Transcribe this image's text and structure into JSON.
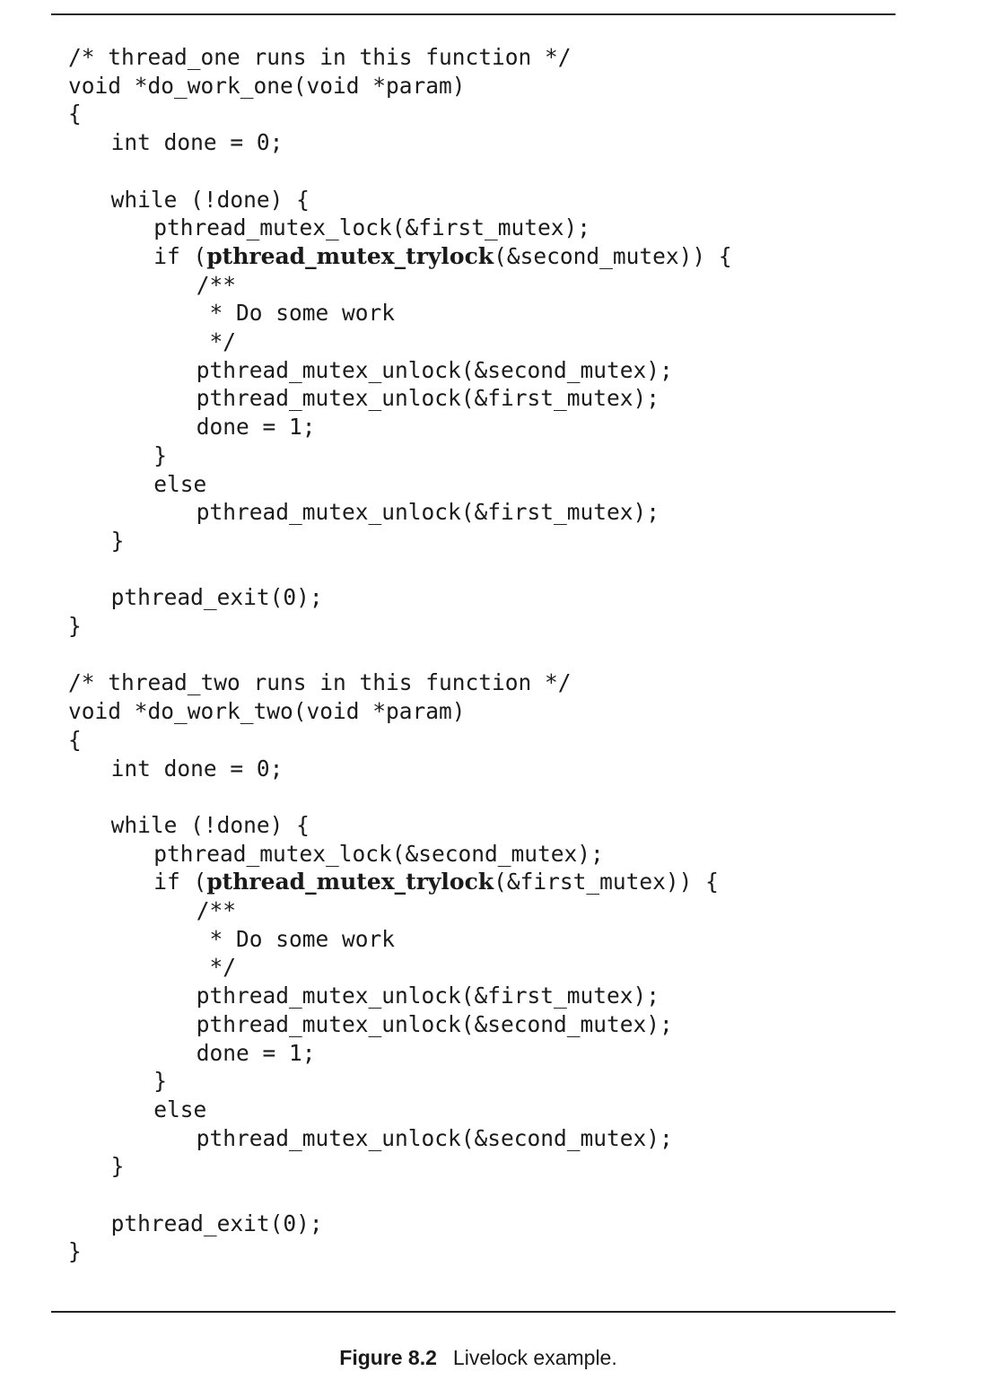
{
  "code": {
    "lines": [
      {
        "indent": 0,
        "text": "/* thread_one runs in this function */"
      },
      {
        "indent": 0,
        "text": "void *do_work_one(void *param)"
      },
      {
        "indent": 0,
        "text": "{"
      },
      {
        "indent": 1,
        "text": "int done = 0;"
      },
      {
        "indent": 0,
        "text": ""
      },
      {
        "indent": 1,
        "text": "while (!done) {"
      },
      {
        "indent": 2,
        "text": "pthread_mutex_lock(&first_mutex);"
      },
      {
        "indent": 2,
        "pre": "if (",
        "bold": "pthread_mutex_trylock",
        "post": "(&second_mutex)) {"
      },
      {
        "indent": 3,
        "text": "/**"
      },
      {
        "indent": 3,
        "text": " * Do some work"
      },
      {
        "indent": 3,
        "text": " */"
      },
      {
        "indent": 3,
        "text": "pthread_mutex_unlock(&second_mutex);"
      },
      {
        "indent": 3,
        "text": "pthread_mutex_unlock(&first_mutex);"
      },
      {
        "indent": 3,
        "text": "done = 1;"
      },
      {
        "indent": 2,
        "text": "}"
      },
      {
        "indent": 2,
        "text": "else"
      },
      {
        "indent": 3,
        "text": "pthread_mutex_unlock(&first_mutex);"
      },
      {
        "indent": 1,
        "text": "}"
      },
      {
        "indent": 0,
        "text": ""
      },
      {
        "indent": 1,
        "text": "pthread_exit(0);"
      },
      {
        "indent": 0,
        "text": "}"
      },
      {
        "indent": 0,
        "text": ""
      },
      {
        "indent": 0,
        "text": "/* thread_two runs in this function */"
      },
      {
        "indent": 0,
        "text": "void *do_work_two(void *param)"
      },
      {
        "indent": 0,
        "text": "{"
      },
      {
        "indent": 1,
        "text": "int done = 0;"
      },
      {
        "indent": 0,
        "text": ""
      },
      {
        "indent": 1,
        "text": "while (!done) {"
      },
      {
        "indent": 2,
        "text": "pthread_mutex_lock(&second_mutex);"
      },
      {
        "indent": 2,
        "pre": "if (",
        "bold": "pthread_mutex_trylock",
        "post": "(&first_mutex)) {"
      },
      {
        "indent": 3,
        "text": "/**"
      },
      {
        "indent": 3,
        "text": " * Do some work"
      },
      {
        "indent": 3,
        "text": " */"
      },
      {
        "indent": 3,
        "text": "pthread_mutex_unlock(&first_mutex);"
      },
      {
        "indent": 3,
        "text": "pthread_mutex_unlock(&second_mutex);"
      },
      {
        "indent": 3,
        "text": "done = 1;"
      },
      {
        "indent": 2,
        "text": "}"
      },
      {
        "indent": 2,
        "text": "else"
      },
      {
        "indent": 3,
        "text": "pthread_mutex_unlock(&second_mutex);"
      },
      {
        "indent": 1,
        "text": "}"
      },
      {
        "indent": 0,
        "text": ""
      },
      {
        "indent": 1,
        "text": "pthread_exit(0);"
      },
      {
        "indent": 0,
        "text": "}"
      }
    ]
  },
  "caption": {
    "figure_number": "Figure 8.2",
    "text": "Livelock example."
  }
}
